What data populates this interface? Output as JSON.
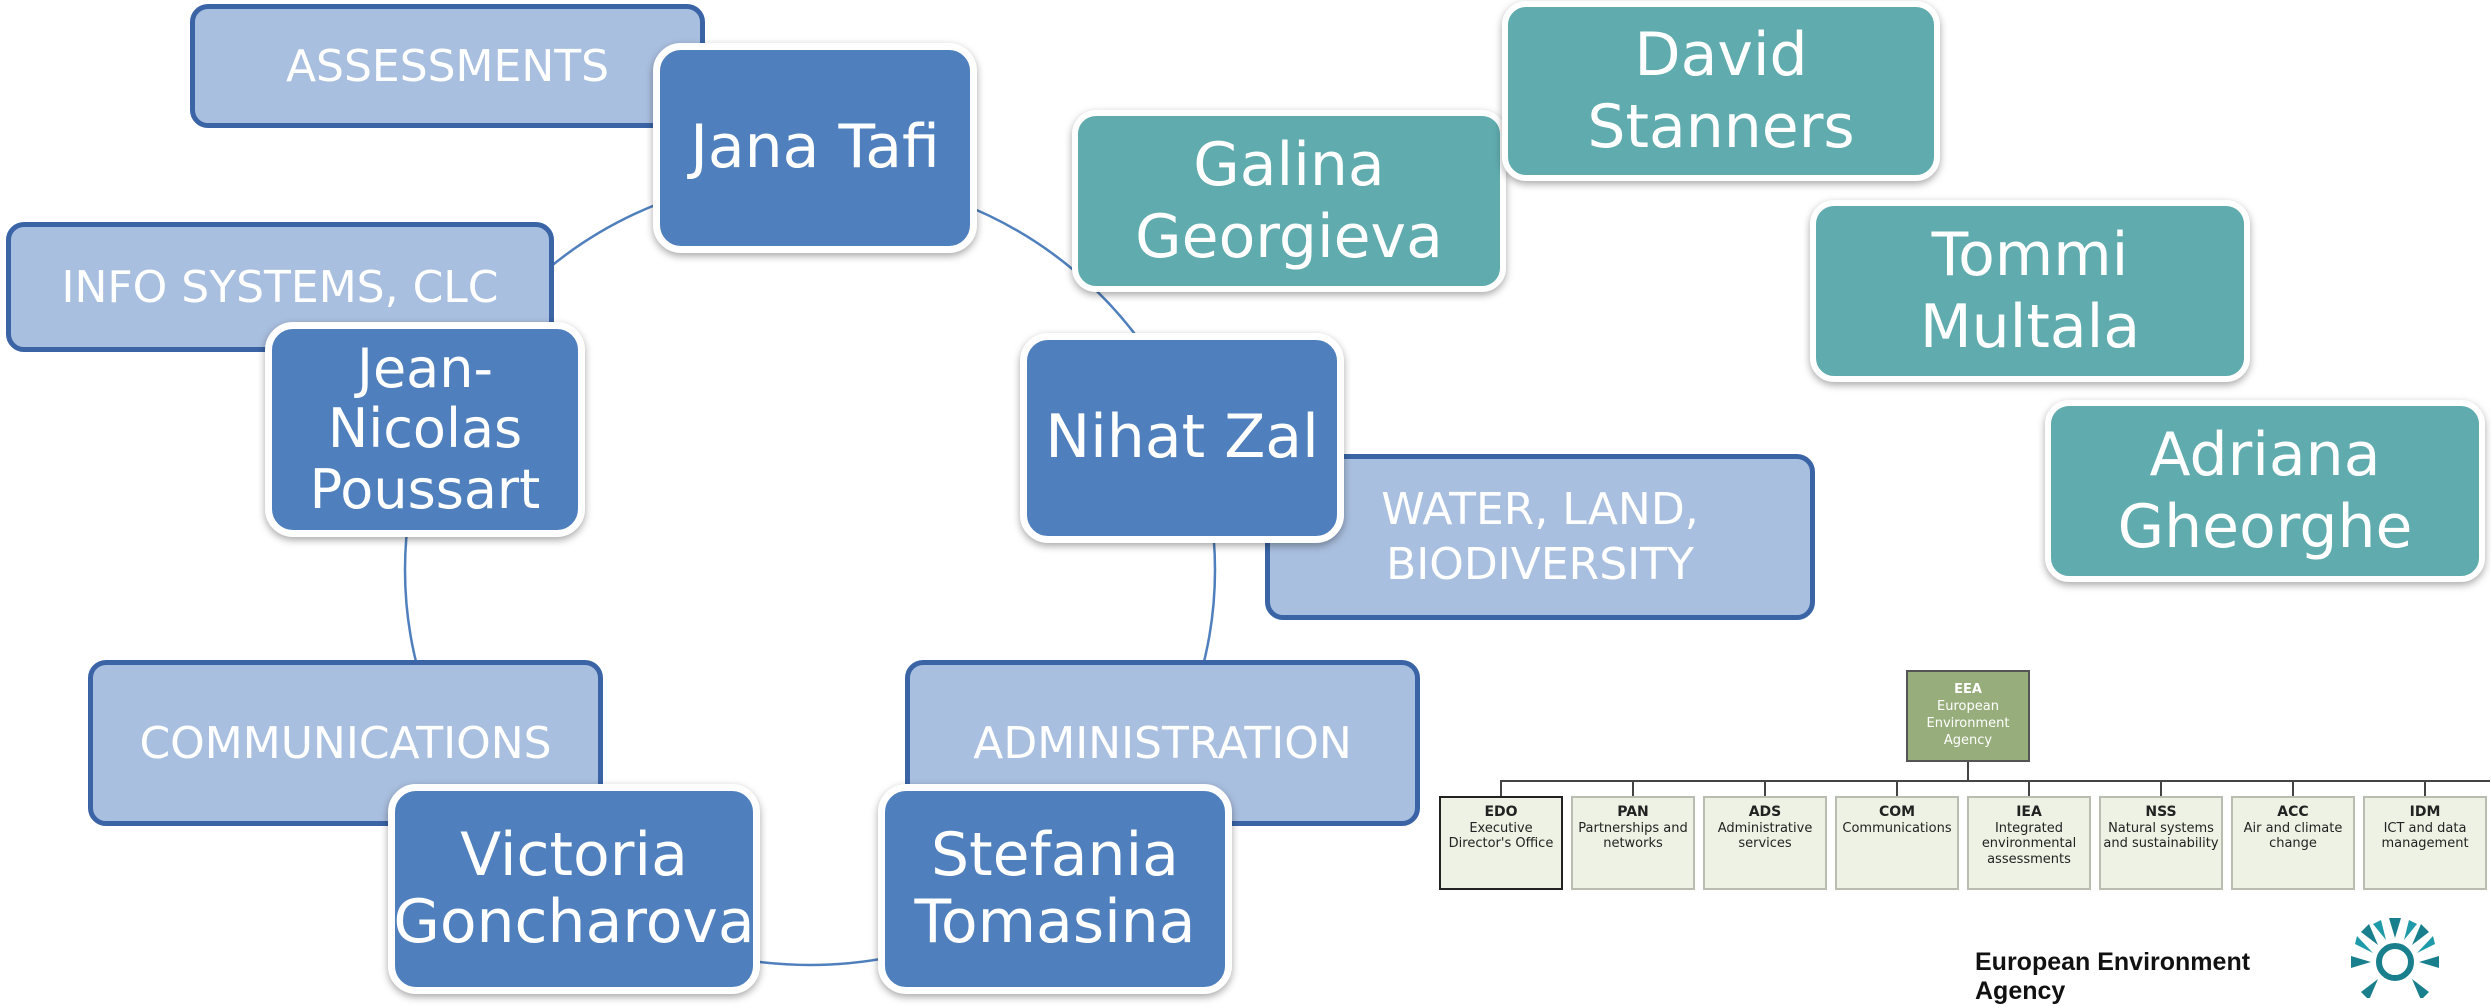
{
  "departments": {
    "assessments": "ASSESSMENTS",
    "info_systems": "INFO SYSTEMS, CLC",
    "water": "WATER, LAND,\nBIODIVERSITY",
    "communications": "COMMUNICATIONS",
    "administration": "ADMINISTRATION"
  },
  "people": {
    "jana": "Jana Tafi",
    "jean": "Jean-\nNicolas\nPoussart",
    "nihat": "Nihat Zal",
    "victoria": "Victoria\nGoncharova",
    "stefania": "Stefania\nTomasina",
    "galina": "Galina\nGeorgieva",
    "david": "David\nStanners",
    "tommi": "Tommi\nMultala",
    "adriana": "Adriana\nGheorghe"
  },
  "org_chart": {
    "top": {
      "code": "EEA",
      "name": "European\nEnvironment\nAgency"
    },
    "units": [
      {
        "code": "EDO",
        "name": "Executive\nDirector's Office"
      },
      {
        "code": "PAN",
        "name": "Partnerships and\nnetworks"
      },
      {
        "code": "ADS",
        "name": "Administrative\nservices"
      },
      {
        "code": "COM",
        "name": "Communications"
      },
      {
        "code": "IEA",
        "name": "Integrated\nenvironmental\nassessments"
      },
      {
        "code": "NSS",
        "name": "Natural systems\nand sustainability"
      },
      {
        "code": "ACC",
        "name": "Air and climate\nchange"
      },
      {
        "code": "IDM",
        "name": "ICT and data\nmanagement"
      }
    ]
  },
  "footer": {
    "agency_name": "European Environment Agency"
  },
  "colors": {
    "person_blue": "#4f80bd",
    "dept_light": "#a9bfdf",
    "teal": "#5fabad",
    "org_green": "#97ad7b"
  }
}
